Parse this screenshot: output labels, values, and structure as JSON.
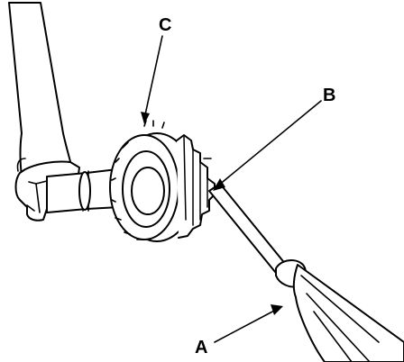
{
  "callouts": {
    "a": "A",
    "b": "B",
    "c": "C"
  },
  "colors": {
    "line": "#000000",
    "fill": "#ffffff"
  }
}
